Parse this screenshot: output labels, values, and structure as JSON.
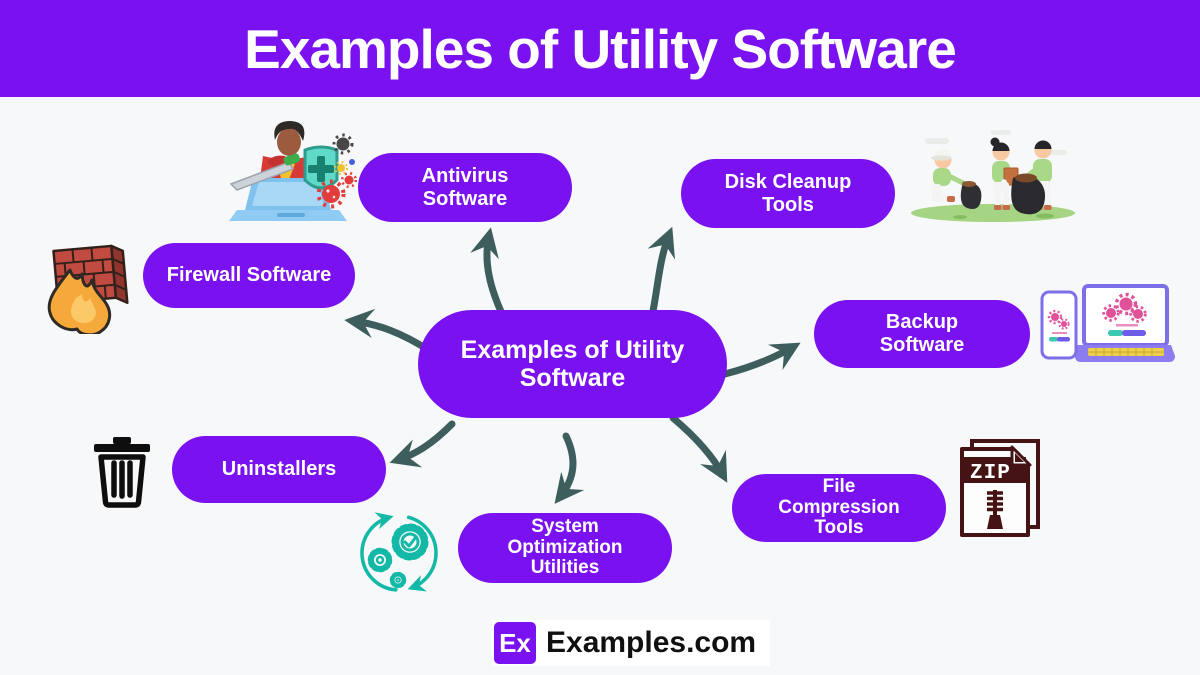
{
  "banner": {
    "title": "Examples of Utility Software"
  },
  "center": {
    "label": "Examples of Utility\nSoftware"
  },
  "nodes": {
    "antivirus": {
      "label": "Antivirus\nSoftware"
    },
    "disk_cleanup": {
      "label": "Disk Cleanup\nTools"
    },
    "firewall": {
      "label": "Firewall Software"
    },
    "backup": {
      "label": "Backup\nSoftware"
    },
    "uninstallers": {
      "label": "Uninstallers"
    },
    "system_optimization": {
      "label": "System\nOptimization\nUtilities"
    },
    "file_compression": {
      "label": "File\nCompression\nTools"
    }
  },
  "zip": {
    "label": "ZIP"
  },
  "footer": {
    "badge": "Ex",
    "brand": "Examples.com"
  },
  "icons": {
    "antivirus": "antivirus-hero-illustration",
    "disk_cleanup": "people-cleaning-illustration",
    "firewall": "brick-wall-flame-icon",
    "backup": "laptop-phone-sync-illustration",
    "uninstallers": "trash-can-icon",
    "system_optimization": "gears-cycle-check-icon",
    "file_compression": "zip-file-icon"
  },
  "colors": {
    "purple": "#7A11F0",
    "arrow": "#3E5D5D",
    "background": "#F7F8FA",
    "teal": "#14B8A6",
    "zip_maroon": "#451313",
    "flame_orange": "#F6A93B",
    "brick_red": "#C14B41"
  }
}
